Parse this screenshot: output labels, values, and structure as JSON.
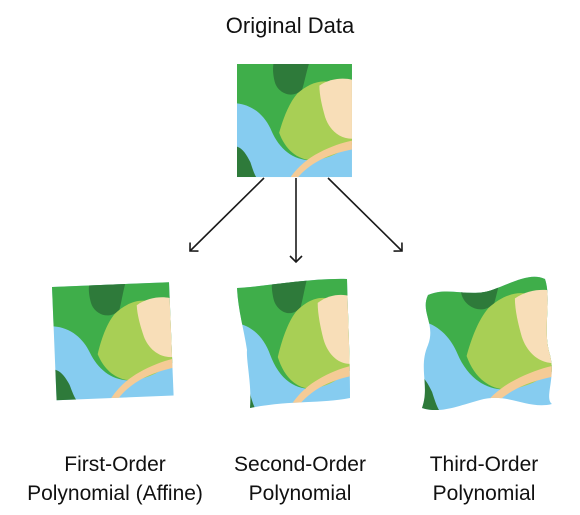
{
  "title": "Original Data",
  "colors": {
    "water": "#86CCF0",
    "dark_green": "#2E7A3A",
    "mid_green": "#3FAE4A",
    "light_green": "#A8CF55",
    "sand": "#F8DEB8",
    "road": "#F5CB96",
    "arrow": "#1A1A1A"
  },
  "transforms": [
    {
      "name": "first-order",
      "line1": "First-Order",
      "line2": "Polynomial (Affine)"
    },
    {
      "name": "second-order",
      "line1": "Second-Order",
      "line2": "Polynomial"
    },
    {
      "name": "third-order",
      "line1": "Third-Order",
      "line2": "Polynomial"
    }
  ]
}
